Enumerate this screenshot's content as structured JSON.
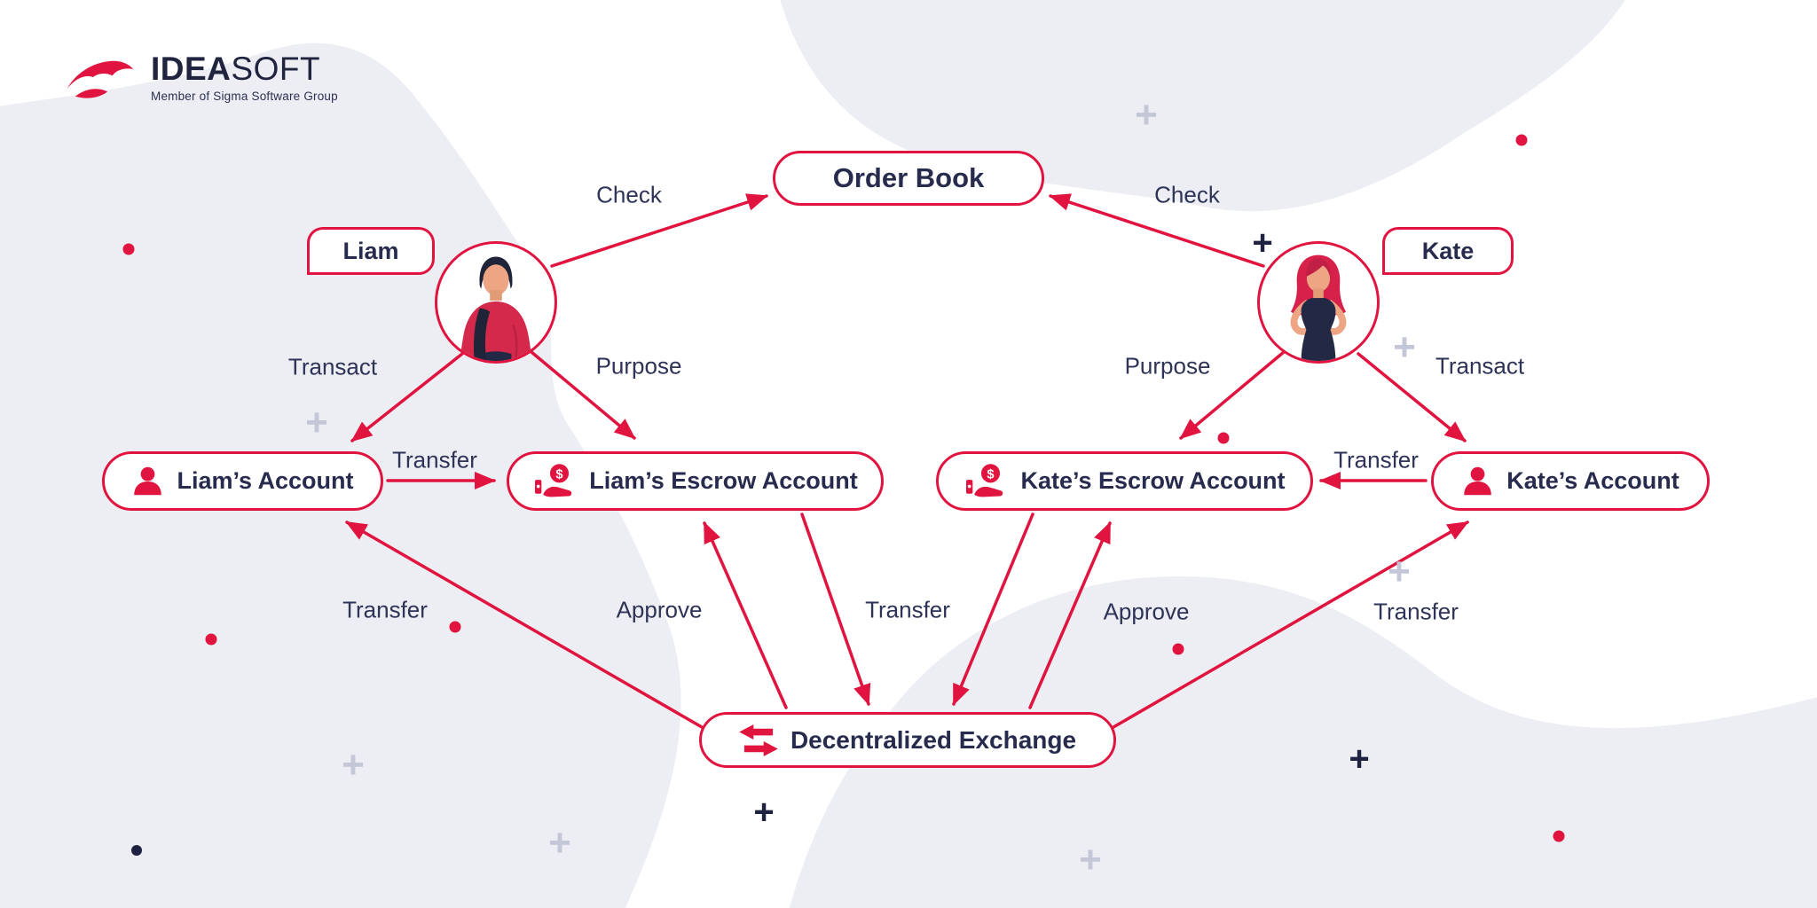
{
  "logo": {
    "brand_bold": "IDEA",
    "brand_light": "SOFT",
    "tagline": "Member of Sigma Software Group"
  },
  "nodes": {
    "order_book": {
      "label": "Order Book"
    },
    "liam_tag": {
      "label": "Liam"
    },
    "kate_tag": {
      "label": "Kate"
    },
    "liam_account": {
      "label": "Liam’s Account"
    },
    "liam_escrow": {
      "label": "Liam’s Escrow Account"
    },
    "kate_escrow": {
      "label": "Kate’s Escrow Account"
    },
    "kate_account": {
      "label": "Kate’s Account"
    },
    "dex": {
      "label": "Decentralized Exchange"
    }
  },
  "edges": {
    "check_left": "Check",
    "check_right": "Check",
    "transact_left": "Transact",
    "purpose_left": "Purpose",
    "purpose_right": "Purpose",
    "transact_right": "Transact",
    "transfer_liam_accounts": "Transfer",
    "transfer_kate_accounts": "Transfer",
    "transfer_dex_liam": "Transfer",
    "approve_left": "Approve",
    "transfer_escrows_dex": "Transfer",
    "approve_right": "Approve",
    "transfer_dex_kate": "Transfer"
  },
  "icons": {
    "currency_symbol": "$",
    "plus": "+"
  },
  "colors": {
    "accent_red": "#E0143F",
    "navy_text": "#272B4D",
    "blob_gray": "#ECEEF3",
    "plus_gray": "#C3C7D7",
    "plus_dark": "#1E2240"
  }
}
